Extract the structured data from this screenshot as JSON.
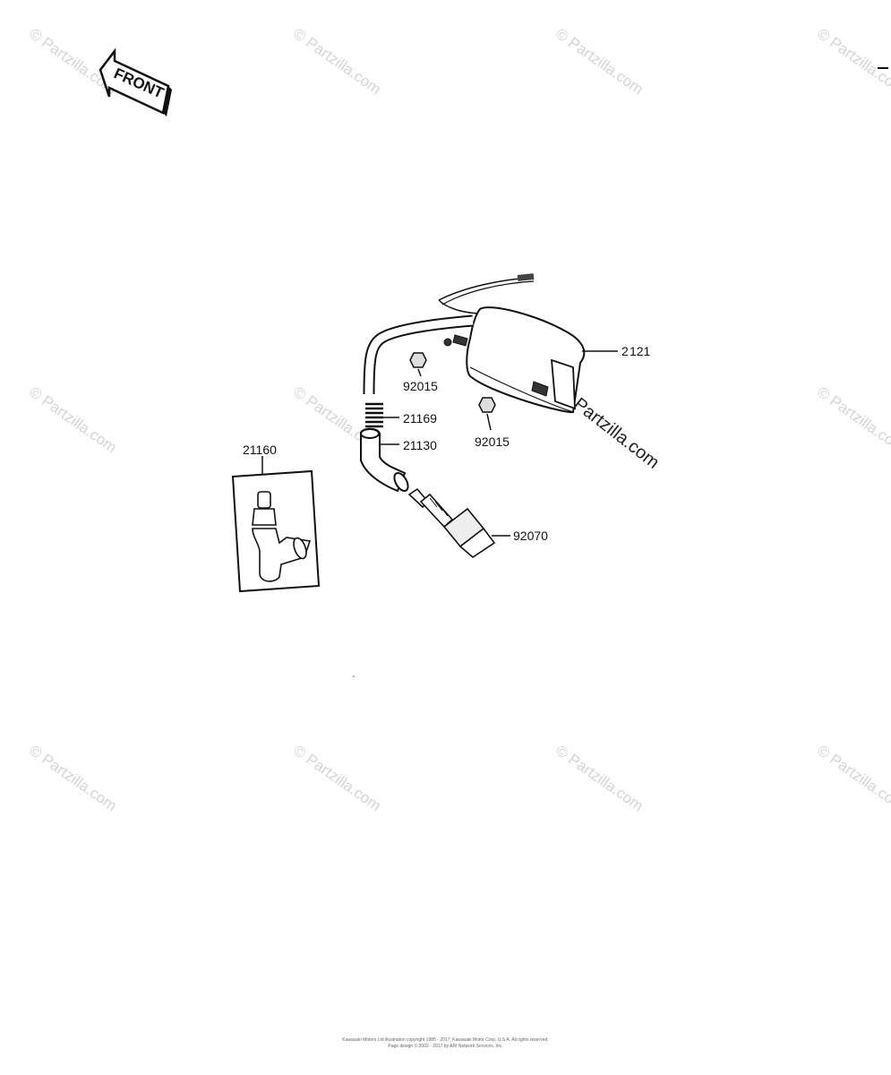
{
  "watermark_text": "© Partzilla.com",
  "inline_mark_text": "Partzilla.com",
  "front_label": "FRONT",
  "parts": {
    "coil": "2 121",
    "nut_upper": "92015",
    "nut_lower": "92015",
    "spring": "21169",
    "cap": "21130",
    "cap_alt": "21160",
    "plug": "92070"
  },
  "footer": {
    "line1": "Kawasaki Motors Ltd illustration copyright 1985 - 2017, Kawasaki Motor Corp, U.S.A. All rights reserved.",
    "line2": "Page design © 2002 - 2017 by ARI Network Services, Inc."
  }
}
